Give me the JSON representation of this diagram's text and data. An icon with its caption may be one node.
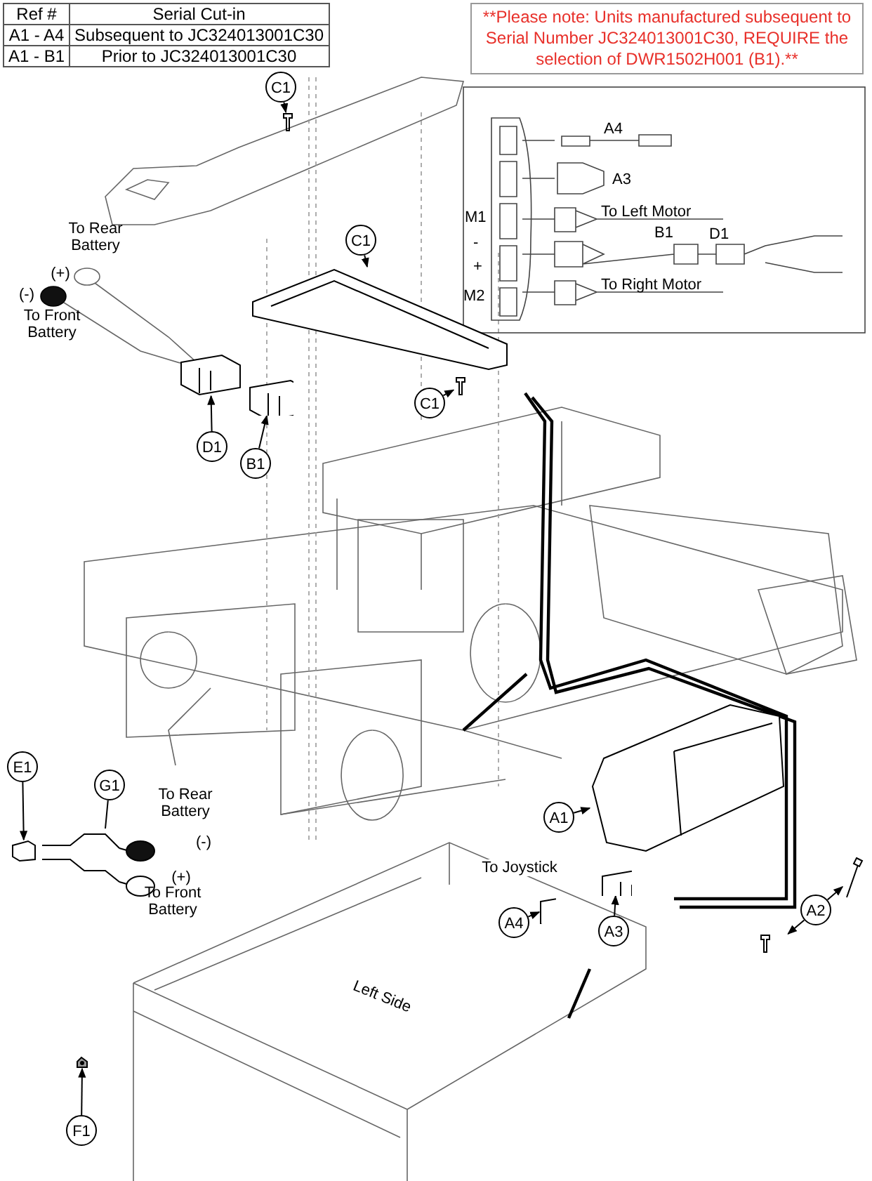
{
  "diagram": {
    "nodes": [
      {
        "text": [
          "C1"
        ]
      },
      {
        "text": [],
        "shape": "picture"
      },
      {
        "text": [
          "C1"
        ]
      },
      {
        "text": [],
        "shape": "picture"
      },
      {
        "text": [
          "C1"
        ]
      },
      {
        "text": [],
        "shape": "picture"
      },
      {
        "text": [
          "D1"
        ]
      },
      {
        "text": [],
        "shape": "picture"
      },
      {
        "text": [
          "B1"
        ]
      },
      {
        "text": [],
        "shape": "picture"
      },
      {
        "text": [
          "E1"
        ]
      },
      {
        "text": [],
        "shape": "picture"
      },
      {
        "text": [
          "G1"
        ]
      },
      {
        "text": [],
        "shape": "picture"
      },
      {
        "text": [
          "A1"
        ]
      },
      {
        "text": [],
        "shape": "picture"
      },
      {
        "text": [
          "A4"
        ]
      },
      {
        "text": [],
        "shape": "picture"
      },
      {
        "text": [
          "A3"
        ]
      },
      {
        "text": [],
        "shape": "picture"
      },
      {
        "text": [
          "A2"
        ]
      },
      {
        "text": [],
        "shape": "picture"
      },
      {
        "text": [],
        "shape": "picture"
      },
      {
        "text": [
          "F1"
        ]
      },
      {
        "text": [],
        "shape": "picture"
      }
    ],
    "edges": [
      {
        "from": 0,
        "to": 1,
        "arrow": "to"
      },
      {
        "from": 2,
        "to": 3,
        "arrow": "to"
      },
      {
        "from": 4,
        "to": 5,
        "arrow": "to"
      },
      {
        "from": 6,
        "to": 7,
        "arrow": "to"
      },
      {
        "from": 8,
        "to": 9,
        "arrow": "to"
      },
      {
        "from": 10,
        "to": 11,
        "arrow": "to"
      },
      {
        "from": 12,
        "to": 13,
        "arrow": "none"
      },
      {
        "from": 14,
        "to": 15,
        "arrow": "to"
      },
      {
        "from": 16,
        "to": 17,
        "arrow": "to"
      },
      {
        "from": 18,
        "to": 19,
        "arrow": "to"
      },
      {
        "from": 20,
        "to": 21,
        "arrow": "to"
      },
      {
        "from": 20,
        "to": 22,
        "arrow": "to"
      },
      {
        "from": 23,
        "to": 24,
        "arrow": "to"
      }
    ],
    "labels": [
      "Ref #",
      "Serial Cut-in",
      "A1 - A4",
      "Subsequent to JC324013001C30",
      "A1 - B1",
      "Prior to JC324013001C30",
      "**Please note: Units manufactured subsequent to Serial Number JC324013001C30, REQUIRE the selection of DWR1502H001 (B1).**",
      "A4",
      "A3",
      "M1",
      "To Left Motor",
      "D1",
      "-",
      "B1",
      "+",
      "To Right Motor",
      "M2",
      "To Rear Battery",
      "(+)",
      "(-)",
      "To Front Battery",
      "To Joystick",
      "To Rear Battery",
      "(-)",
      "(+)",
      "To Front Battery",
      "Left Side"
    ]
  }
}
